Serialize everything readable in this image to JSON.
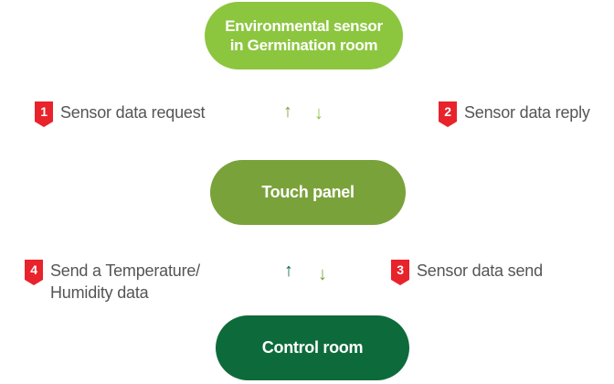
{
  "nodes": {
    "sensor": {
      "line1": "Environmental sensor",
      "line2": "in Germination room",
      "color": "#8cc63f"
    },
    "touch_panel": {
      "label": "Touch panel",
      "color": "#7aa23b"
    },
    "control_room": {
      "label": "Control room",
      "color": "#0d6b3b"
    }
  },
  "steps": [
    {
      "number": "1",
      "line1": "Sensor data request",
      "line2": ""
    },
    {
      "number": "2",
      "line1": "Sensor data reply",
      "line2": ""
    },
    {
      "number": "3",
      "line1": "Sensor data send",
      "line2": ""
    },
    {
      "number": "4",
      "line1": "Send a Temperature/",
      "line2": "Humidity data"
    }
  ],
  "arrows": {
    "up": "↑",
    "down": "↓"
  },
  "colors": {
    "badge": "#e8232b",
    "text": "#555555"
  }
}
